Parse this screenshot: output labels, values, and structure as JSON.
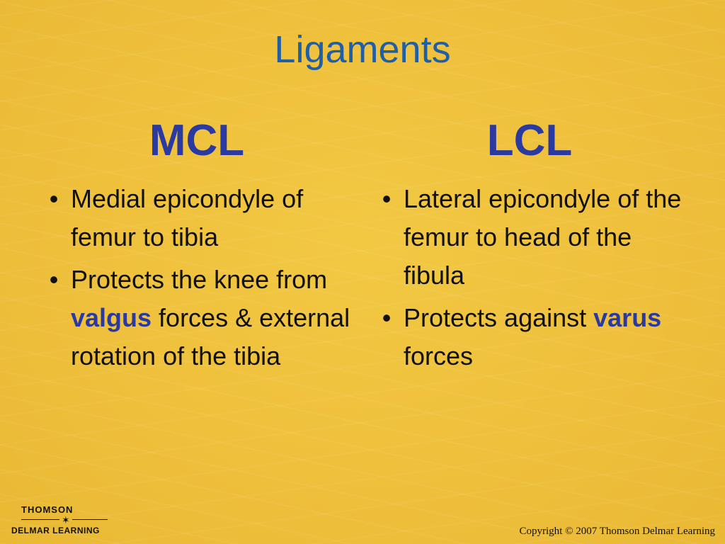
{
  "slide": {
    "title": "Ligaments",
    "columns": [
      {
        "heading": "MCL",
        "bullets": [
          {
            "parts": [
              {
                "text": "Medial epicondyle of femur to tibia",
                "emphasis": false
              }
            ]
          },
          {
            "parts": [
              {
                "text": "Protects the knee from ",
                "emphasis": false
              },
              {
                "text": "valgus",
                "emphasis": true
              },
              {
                "text": " forces & external rotation of the tibia",
                "emphasis": false
              }
            ]
          }
        ]
      },
      {
        "heading": "LCL",
        "bullets": [
          {
            "parts": [
              {
                "text": "Lateral epicondyle of the femur to head of the fibula",
                "emphasis": false
              }
            ]
          },
          {
            "parts": [
              {
                "text": "Protects against ",
                "emphasis": false
              },
              {
                "text": "varus",
                "emphasis": true
              },
              {
                "text": " forces",
                "emphasis": false
              }
            ]
          }
        ]
      }
    ],
    "bullet_glyph": "•"
  },
  "footer": {
    "logo_line1": "THOMSON",
    "logo_line2": "DELMAR LEARNING",
    "logo_star": "✶",
    "copyright": "Copyright © 2007 Thomson Delmar Learning"
  },
  "colors": {
    "background": "#efc23f",
    "title": "#1f5fa6",
    "heading": "#2b3aa0",
    "emphasis": "#2b3aa0",
    "body_text": "#111111"
  }
}
